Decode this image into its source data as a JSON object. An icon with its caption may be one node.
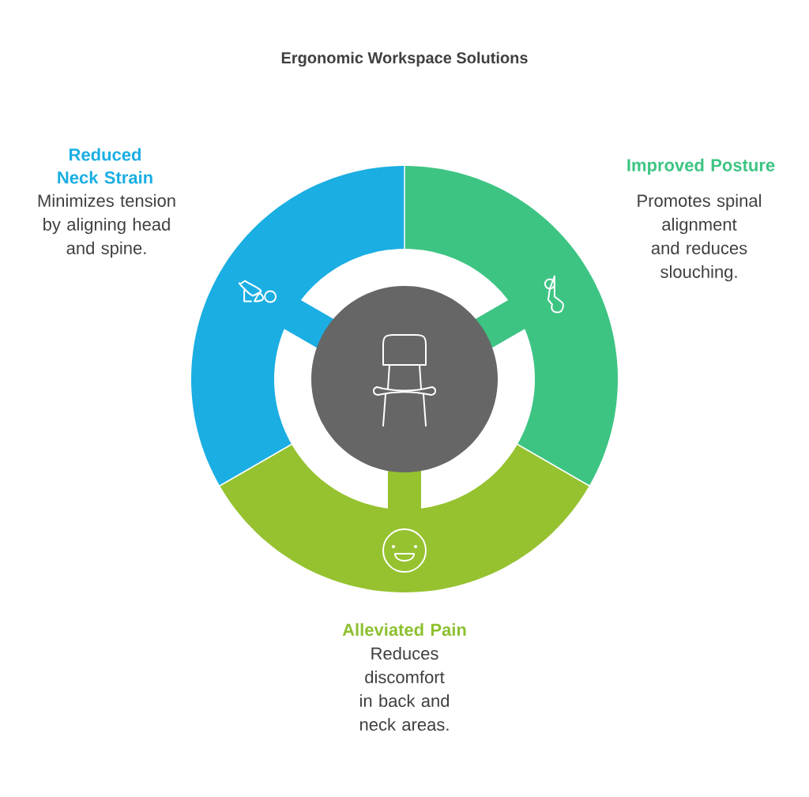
{
  "diagram": {
    "title": "Ergonomic Workspace Solutions",
    "nodes": [
      {
        "text": [],
        "shape": "circle"
      },
      {
        "text": [
          "Reduced Neck Strain",
          "Minimizes tension by aligning head and spine."
        ]
      },
      {
        "text": [
          "Improved Posture",
          "Promotes spinal alignment and reduces slouching."
        ]
      },
      {
        "text": [
          "Alleviated Pain",
          "Reduces discomfort in back and neck areas."
        ]
      }
    ]
  }
}
